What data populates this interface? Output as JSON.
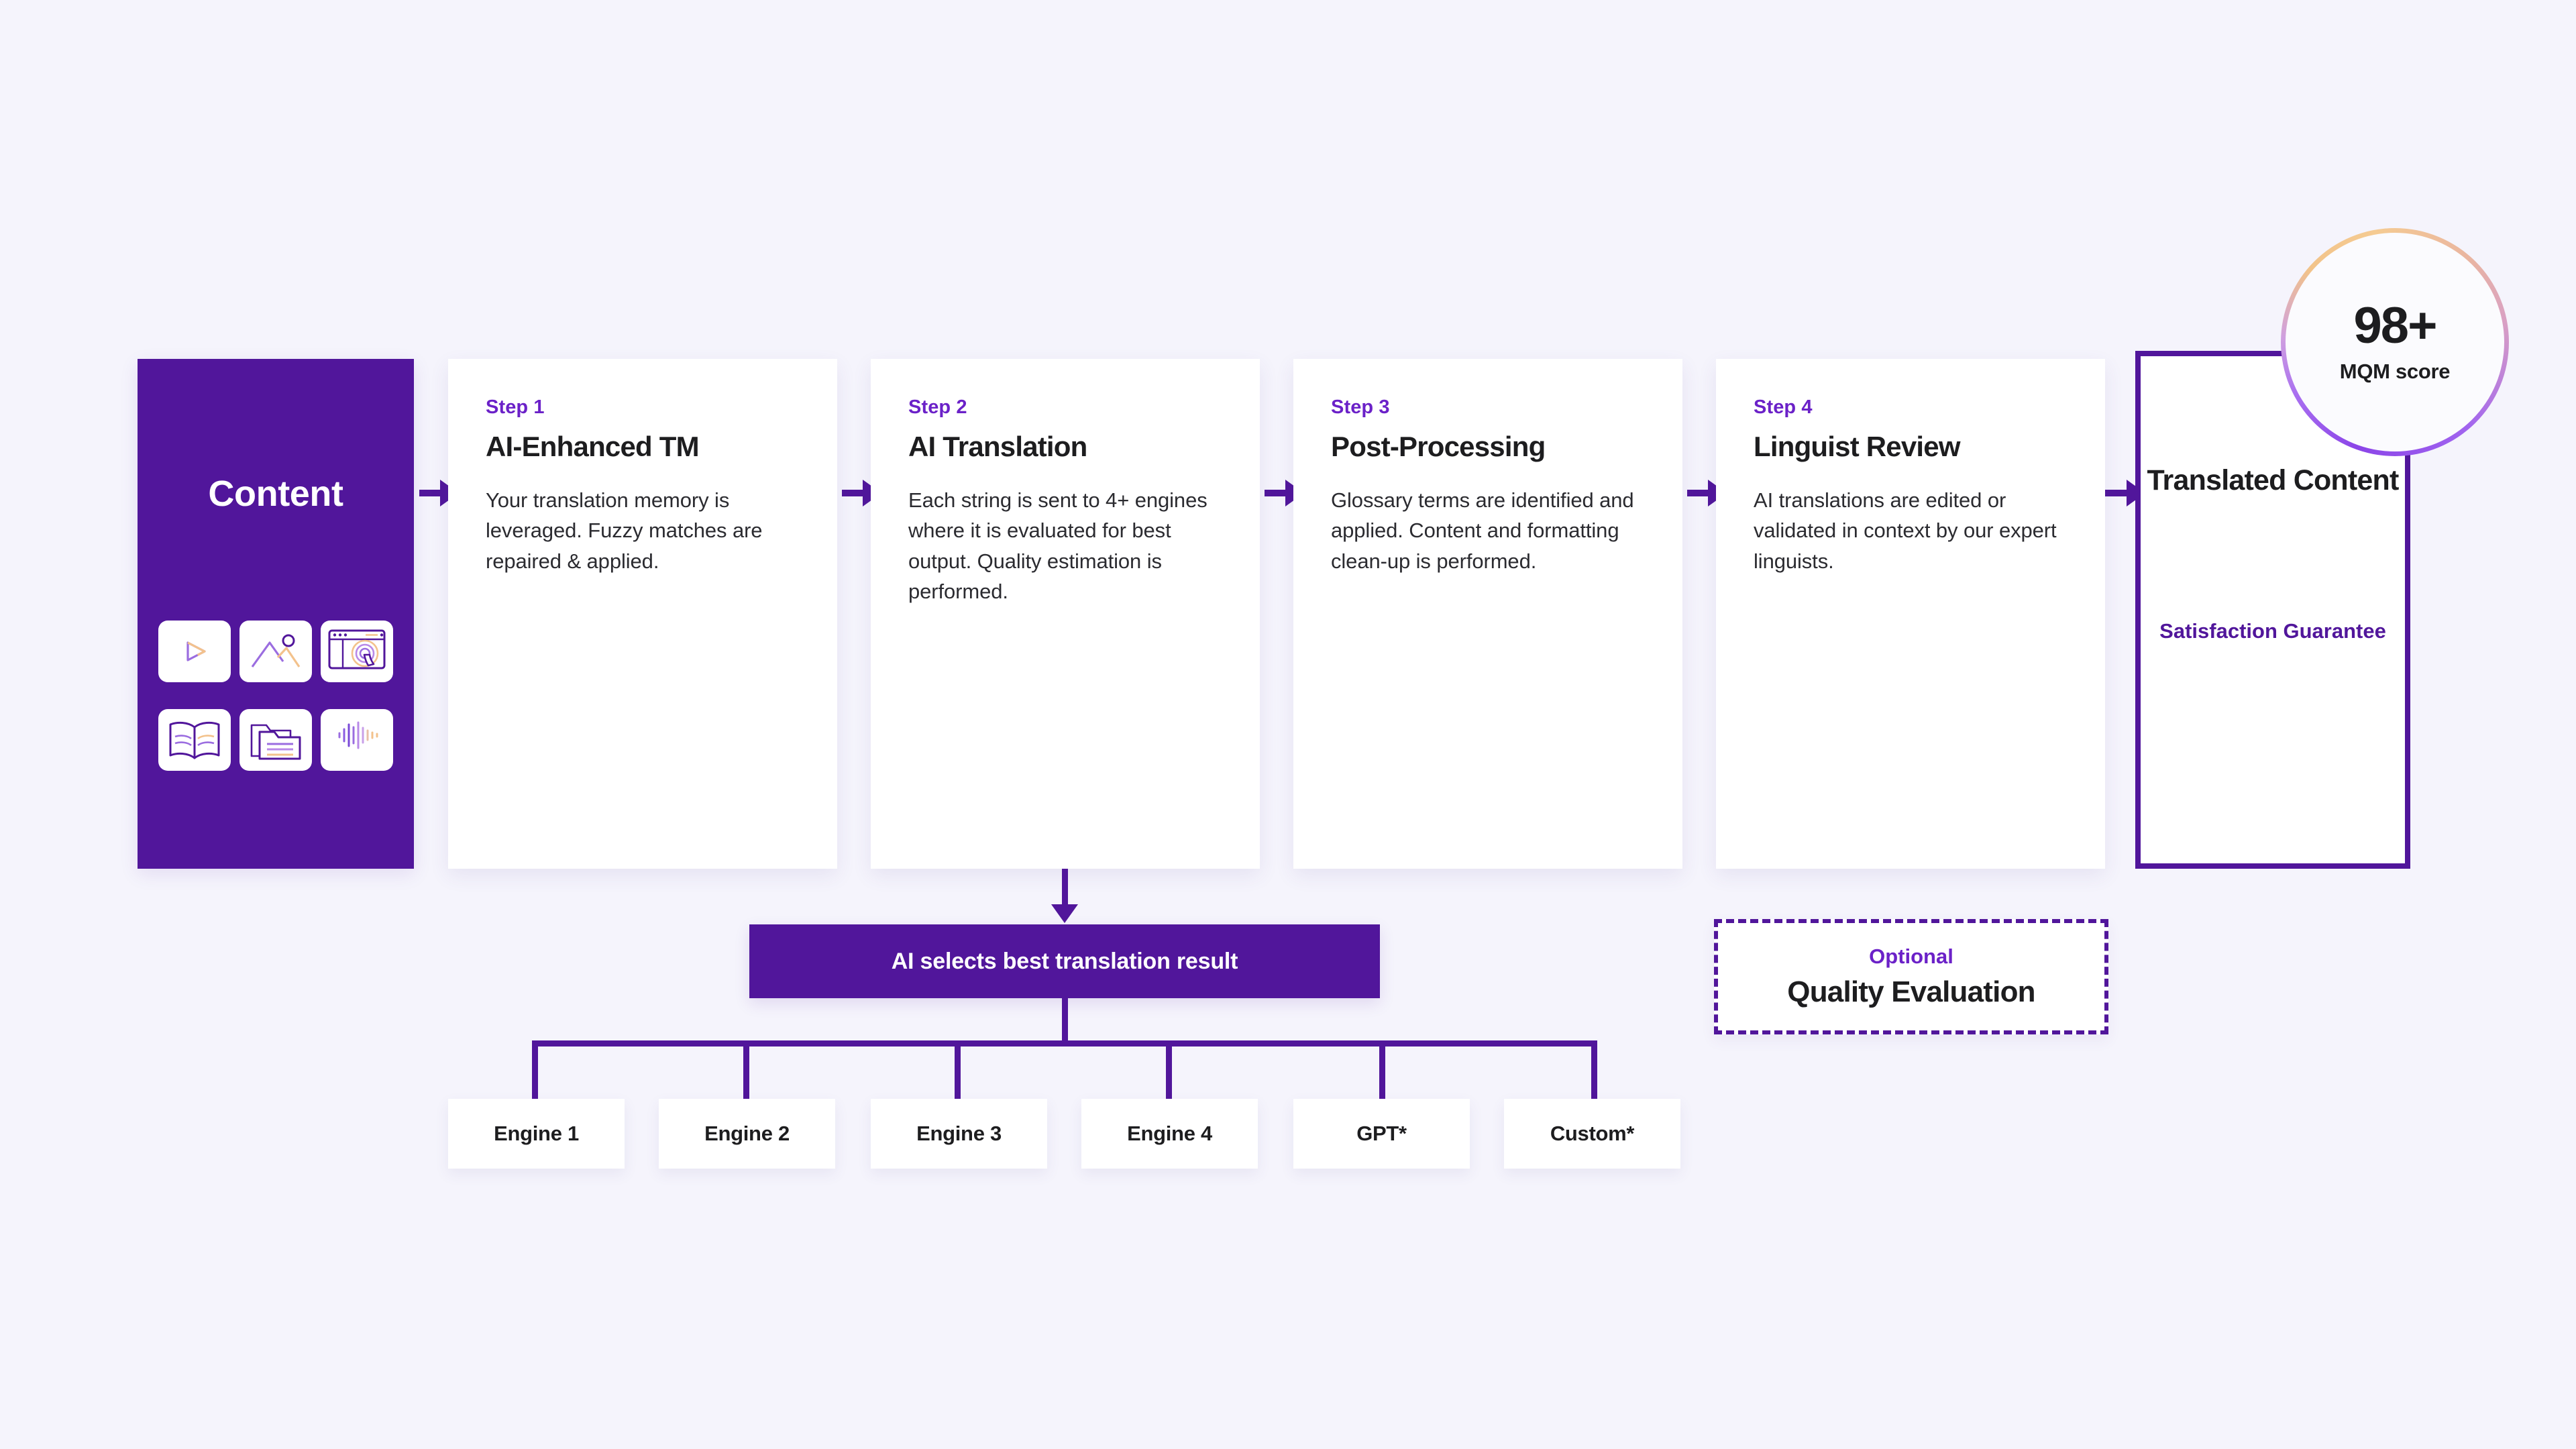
{
  "source": {
    "title": "Content",
    "icons": [
      {
        "name": "video-icon",
        "label": "video"
      },
      {
        "name": "image-icon",
        "label": "image"
      },
      {
        "name": "interactive-web-icon",
        "label": "interactive web"
      },
      {
        "name": "book-icon",
        "label": "book"
      },
      {
        "name": "document-folder-icon",
        "label": "documents"
      },
      {
        "name": "audio-speech-icon",
        "label": "audio"
      }
    ]
  },
  "steps": [
    {
      "kicker": "Step 1",
      "title": "AI-Enhanced TM",
      "body": "Your translation memory is leveraged. Fuzzy matches are repaired & applied."
    },
    {
      "kicker": "Step 2",
      "title": "AI Translation",
      "body": "Each string is sent to 4+ engines where it is evaluated for best output. Quality estimation is performed."
    },
    {
      "kicker": "Step 3",
      "title": "Post-Processing",
      "body": "Glossary terms are identified and applied. Content and formatting clean-up is performed."
    },
    {
      "kicker": "Step 4",
      "title": "Linguist Review",
      "body": "AI translations are edited or validated in context by our expert linguists."
    }
  ],
  "output": {
    "title": "Translated Content",
    "subtitle": "Satisfaction Guarantee",
    "badge": {
      "score": "98+",
      "label": "MQM score"
    }
  },
  "selector": {
    "label": "AI selects best translation result"
  },
  "engines": [
    {
      "label": "Engine 1"
    },
    {
      "label": "Engine 2"
    },
    {
      "label": "Engine 3"
    },
    {
      "label": "Engine 4"
    },
    {
      "label": "GPT*"
    },
    {
      "label": "Custom*"
    }
  ],
  "optional": {
    "kicker": "Optional",
    "title": "Quality Evaluation"
  },
  "colors": {
    "background": "#f5f4fc",
    "primary_purple": "#51169b",
    "accent_purple": "#6b21c8",
    "card_white": "#ffffff",
    "text_dark": "#1d1d1f",
    "badge_gradient_start": "#8b45e8",
    "badge_gradient_end": "#f5cb92"
  }
}
